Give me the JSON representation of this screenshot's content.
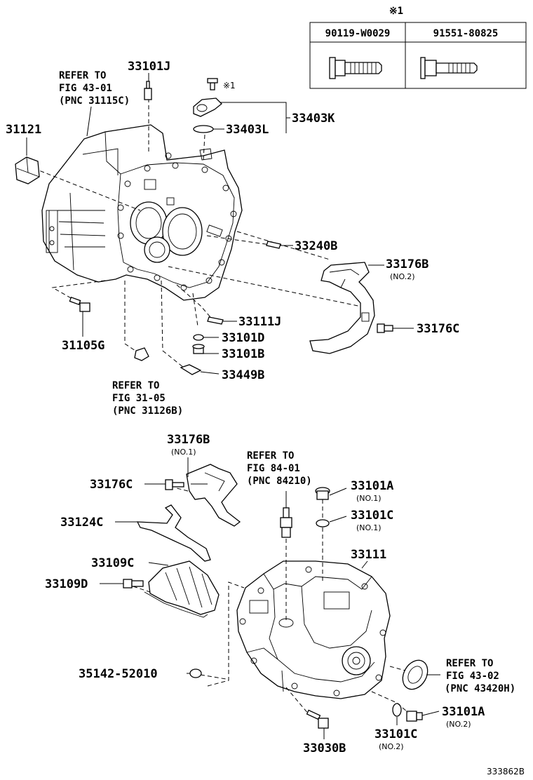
{
  "footnote_marker": "※1",
  "table": {
    "headers": [
      "90119-W0029",
      "91551-80825"
    ]
  },
  "labels": {
    "p33101J": "33101J",
    "ref1_l1": "REFER TO",
    "ref1_l2": "FIG 43-01",
    "ref1_l3": "(PNC 31115C)",
    "mark1": "※1",
    "p31121": "31121",
    "p33403K": "33403K",
    "p33403L": "33403L",
    "p33240B": "33240B",
    "p33176B_a": "33176B",
    "p33176B_a_sub": "(NO.2)",
    "p33176C_a": "33176C",
    "p33111J": "33111J",
    "p33101D": "33101D",
    "p33101B": "33101B",
    "p31105G": "31105G",
    "p33449B": "33449B",
    "ref2_l1": "REFER TO",
    "ref2_l2": "FIG 31-05",
    "ref2_l3": "(PNC 31126B)",
    "p33176B_b": "33176B",
    "p33176B_b_sub": "(NO.1)",
    "ref3_l1": "REFER TO",
    "ref3_l2": "FIG 84-01",
    "ref3_l3": "(PNC 84210)",
    "p33176C_b": "33176C",
    "p33101A_a": "33101A",
    "p33101A_a_sub": "(NO.1)",
    "p33101C_a": "33101C",
    "p33101C_a_sub": "(NO.1)",
    "p33124C": "33124C",
    "p33111": "33111",
    "p33109C": "33109C",
    "p33109D": "33109D",
    "p35142": "35142-52010",
    "ref4_l1": "REFER TO",
    "ref4_l2": "FIG 43-02",
    "ref4_l3": "(PNC 43420H)",
    "p33101A_b": "33101A",
    "p33101A_b_sub": "(NO.2)",
    "p33101C_b": "33101C",
    "p33101C_b_sub": "(NO.2)",
    "p33030B": "33030B"
  },
  "figure_number": "333862B"
}
